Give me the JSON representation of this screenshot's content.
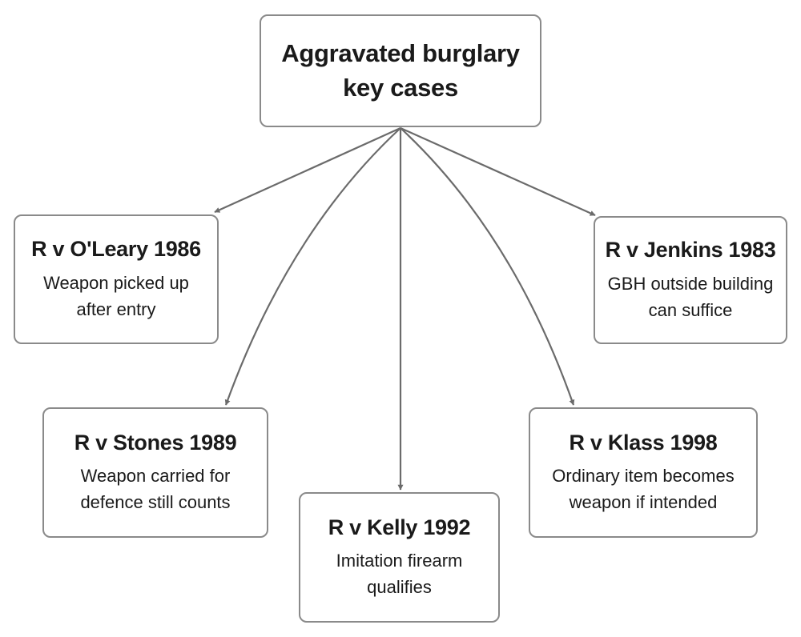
{
  "root": {
    "title_line1": "Aggravated burglary",
    "title_line2": "key cases"
  },
  "cases": {
    "oleary": {
      "title": "R v O'Leary 1986",
      "line1": "Weapon picked up",
      "line2": "after entry"
    },
    "jenkins": {
      "title": "R v Jenkins 1983",
      "line1": "GBH outside building",
      "line2": "can suffice"
    },
    "stones": {
      "title": "R v Stones 1989",
      "line1": "Weapon carried for",
      "line2": "defence still counts"
    },
    "kelly": {
      "title": "R v Kelly 1992",
      "line1": "Imitation firearm",
      "line2": "qualifies"
    },
    "klass": {
      "title": "R v Klass 1998",
      "line1": "Ordinary item becomes",
      "line2": "weapon if intended"
    }
  },
  "colors": {
    "arrow": "#6b6b6b",
    "border": "#8a8a8a"
  }
}
